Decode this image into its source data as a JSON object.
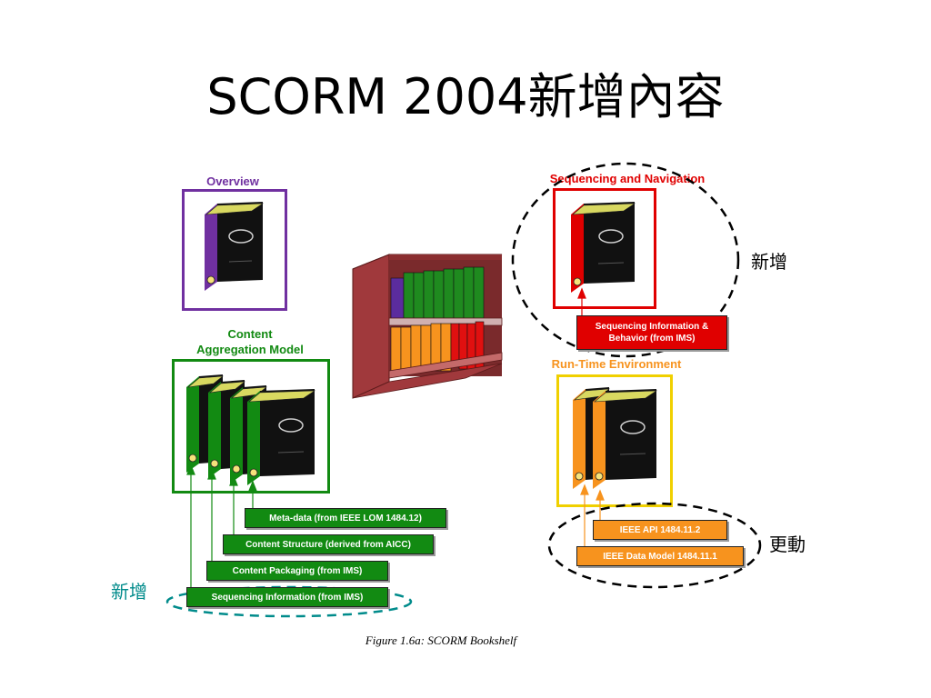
{
  "title": "SCORM 2004新增內容",
  "sections": {
    "overview": "Overview",
    "cam_line1": "Content",
    "cam_line2": "Aggregation Model",
    "sn": "Sequencing and Navigation",
    "rte": "Run-Time Environment"
  },
  "cam_tags": {
    "metadata": "Meta-data (from IEEE LOM 1484.12)",
    "structure": "Content Structure (derived from AICC)",
    "packaging": "Content Packaging (from IMS)",
    "sequencing": "Sequencing Information (from IMS)"
  },
  "sn_tag": {
    "line1": "Sequencing Information &",
    "line2": "Behavior (from IMS)"
  },
  "rte_tags": {
    "api": "IEEE API 1484.11.2",
    "data_model": "IEEE Data Model 1484.11.1"
  },
  "annotations": {
    "new_sn": "新增",
    "new_cam": "新增",
    "changed_rte": "更動"
  },
  "caption": "Figure 1.6a:  SCORM Bookshelf",
  "colors": {
    "overview": "#7030a0",
    "cam": "#128a12",
    "sn": "#e00000",
    "rte": "#f7931e",
    "rte_box": "#f0d000",
    "new_cam_annotation": "#008b8b",
    "shelf": "#a0393c"
  }
}
